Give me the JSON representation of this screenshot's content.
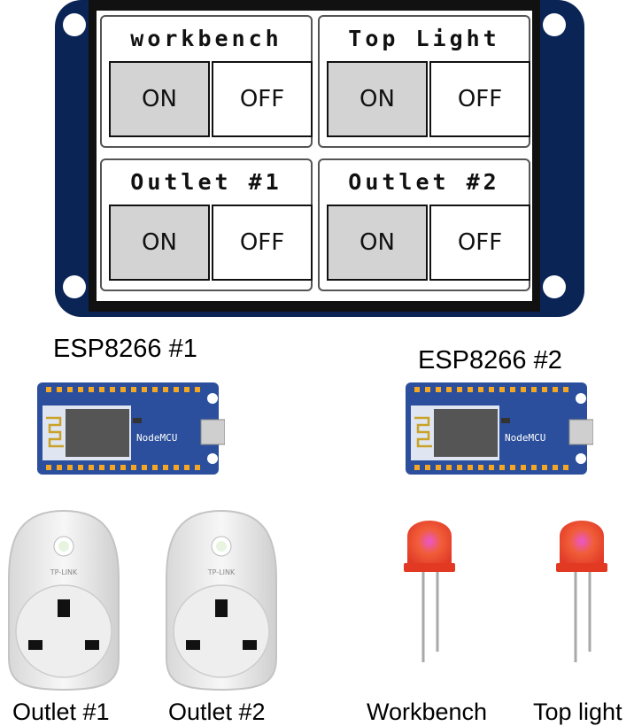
{
  "display": {
    "panels": [
      {
        "title": "workbench",
        "on_label": "ON",
        "off_label": "OFF"
      },
      {
        "title": "Top Light",
        "on_label": "ON",
        "off_label": "OFF"
      },
      {
        "title": "Outlet #1",
        "on_label": "ON",
        "off_label": "OFF"
      },
      {
        "title": "Outlet #2",
        "on_label": "ON",
        "off_label": "OFF"
      }
    ]
  },
  "controllers": [
    {
      "title": "ESP8266  #1",
      "board_label": "NodeMCU"
    },
    {
      "title": "ESP8266  #2",
      "board_label": "NodeMCU"
    }
  ],
  "devices": {
    "plugs": [
      {
        "label": "Outlet #1",
        "brand": "TP-LINK"
      },
      {
        "label": "Outlet #2",
        "brand": "TP-LINK"
      }
    ],
    "leds": [
      {
        "label": "Workbench"
      },
      {
        "label": "Top light"
      }
    ]
  },
  "colors": {
    "board_blue": "#0b2456",
    "mcu_blue": "#2b4f9c",
    "button_on": "#d3d3d3",
    "led_red": "#f03a2a"
  }
}
